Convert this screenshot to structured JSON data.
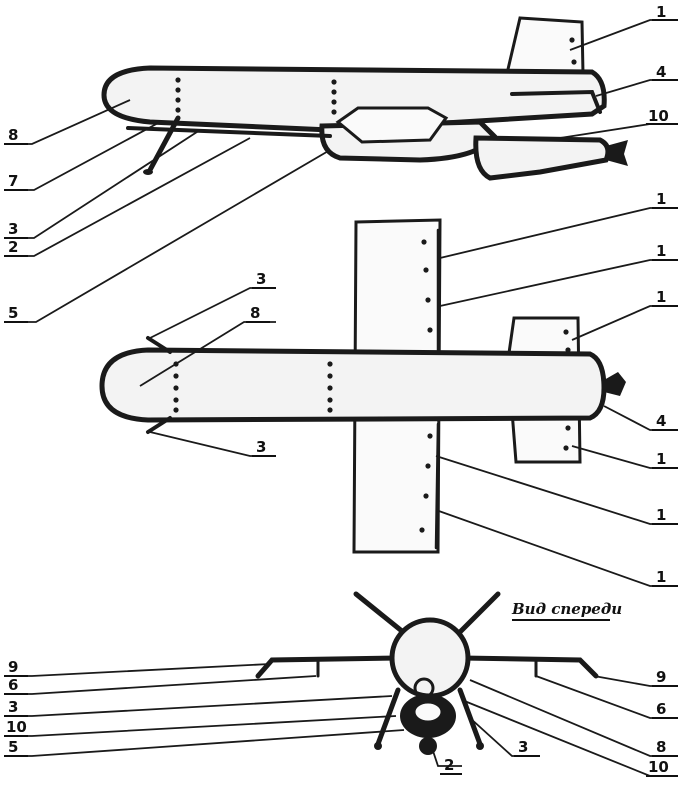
{
  "labels": {
    "n1": "1",
    "n2": "2",
    "n3": "3",
    "n4": "4",
    "n5": "5",
    "n6": "6",
    "n7": "7",
    "n8": "8",
    "n9": "9",
    "n10": "10"
  },
  "front_view_title": "Вид спереди"
}
